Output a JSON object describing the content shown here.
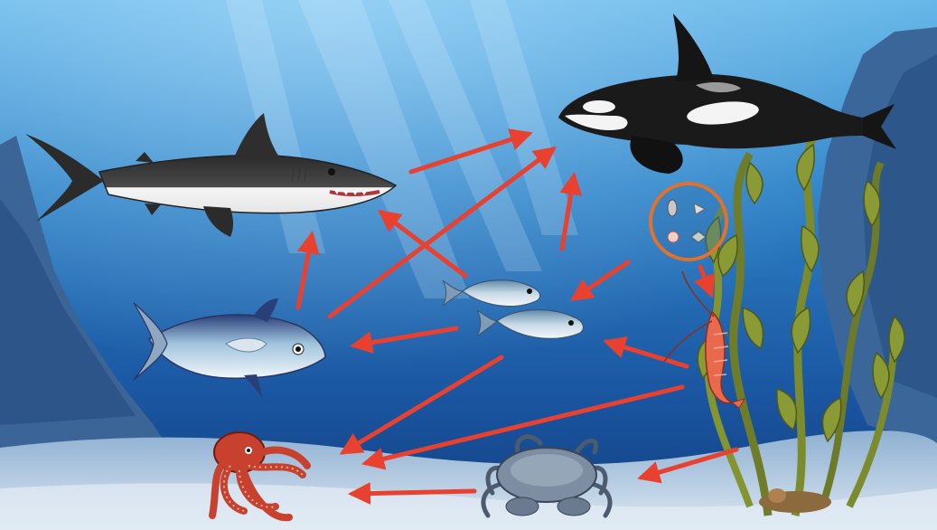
{
  "diagram": {
    "type": "marine food web",
    "organisms": [
      {
        "id": "plankton",
        "icon": "plankton-icon"
      },
      {
        "id": "shrimp",
        "icon": "shrimp-icon"
      },
      {
        "id": "kelp",
        "icon": "kelp-icon"
      },
      {
        "id": "crab",
        "icon": "crab-icon"
      },
      {
        "id": "octopus",
        "icon": "octopus-icon"
      },
      {
        "id": "small-fish",
        "icon": "fish-icon"
      },
      {
        "id": "tuna",
        "icon": "tuna-icon"
      },
      {
        "id": "shark",
        "icon": "shark-icon"
      },
      {
        "id": "orca",
        "icon": "orca-icon"
      }
    ],
    "arrows": [
      {
        "from": "shark",
        "to": "orca"
      },
      {
        "from": "tuna",
        "to": "orca"
      },
      {
        "from": "small-fish",
        "to": "orca"
      },
      {
        "from": "small-fish",
        "to": "shark"
      },
      {
        "from": "tuna",
        "to": "shark"
      },
      {
        "from": "plankton",
        "to": "shrimp"
      },
      {
        "from": "plankton",
        "to": "small-fish"
      },
      {
        "from": "small-fish",
        "to": "tuna"
      },
      {
        "from": "shrimp",
        "to": "small-fish"
      },
      {
        "from": "small-fish",
        "to": "octopus"
      },
      {
        "from": "shrimp",
        "to": "octopus"
      },
      {
        "from": "kelp",
        "to": "crab"
      },
      {
        "from": "crab",
        "to": "octopus"
      }
    ]
  },
  "colors": {
    "arrow": "#e8412f",
    "water_top": "#5fb3e6",
    "water_mid": "#2f78c0",
    "water_deep": "#0d3a78",
    "seafloor": "#b9cde0",
    "rock": "#3f6a9a"
  }
}
